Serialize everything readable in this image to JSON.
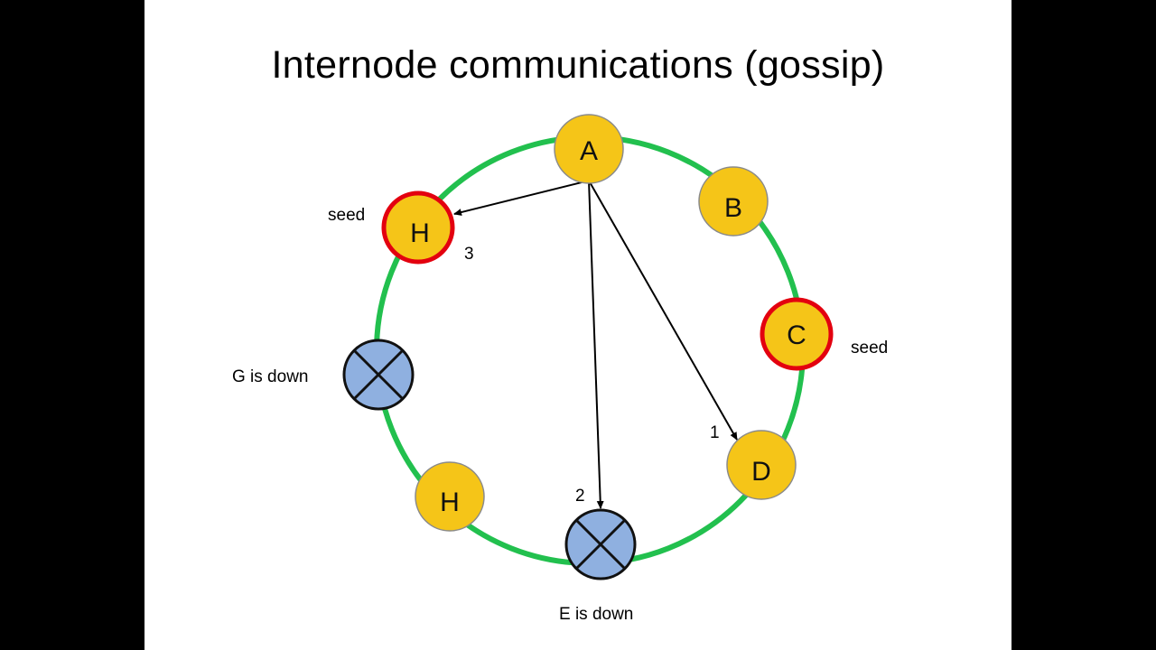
{
  "slide": {
    "title": "Internode communications (gossip)"
  },
  "colors": {
    "ring": "#22c04e",
    "node_fill": "#f5c518",
    "node_stroke": "#8a8a8a",
    "seed_stroke": "#e3000f",
    "down_fill": "#8fb0e0",
    "down_stroke": "#111111",
    "arrow": "#000000"
  },
  "nodes": [
    {
      "id": "A",
      "label": "A",
      "state": "up",
      "seed": false
    },
    {
      "id": "B",
      "label": "B",
      "state": "up",
      "seed": false
    },
    {
      "id": "C",
      "label": "C",
      "state": "up",
      "seed": true
    },
    {
      "id": "D",
      "label": "D",
      "state": "up",
      "seed": false
    },
    {
      "id": "E",
      "label": "",
      "state": "down",
      "seed": false
    },
    {
      "id": "H2",
      "label": "H",
      "state": "up",
      "seed": false
    },
    {
      "id": "G",
      "label": "",
      "state": "down",
      "seed": false
    },
    {
      "id": "H",
      "label": "H",
      "state": "up",
      "seed": true
    }
  ],
  "annotations": {
    "seed_h": "seed",
    "seed_c": "seed",
    "g_down": "G is down",
    "e_down": "E is down"
  },
  "arrows": [
    {
      "from": "A",
      "to": "D",
      "order": "1"
    },
    {
      "from": "A",
      "to": "E",
      "order": "2"
    },
    {
      "from": "A",
      "to": "H",
      "order": "3"
    }
  ]
}
